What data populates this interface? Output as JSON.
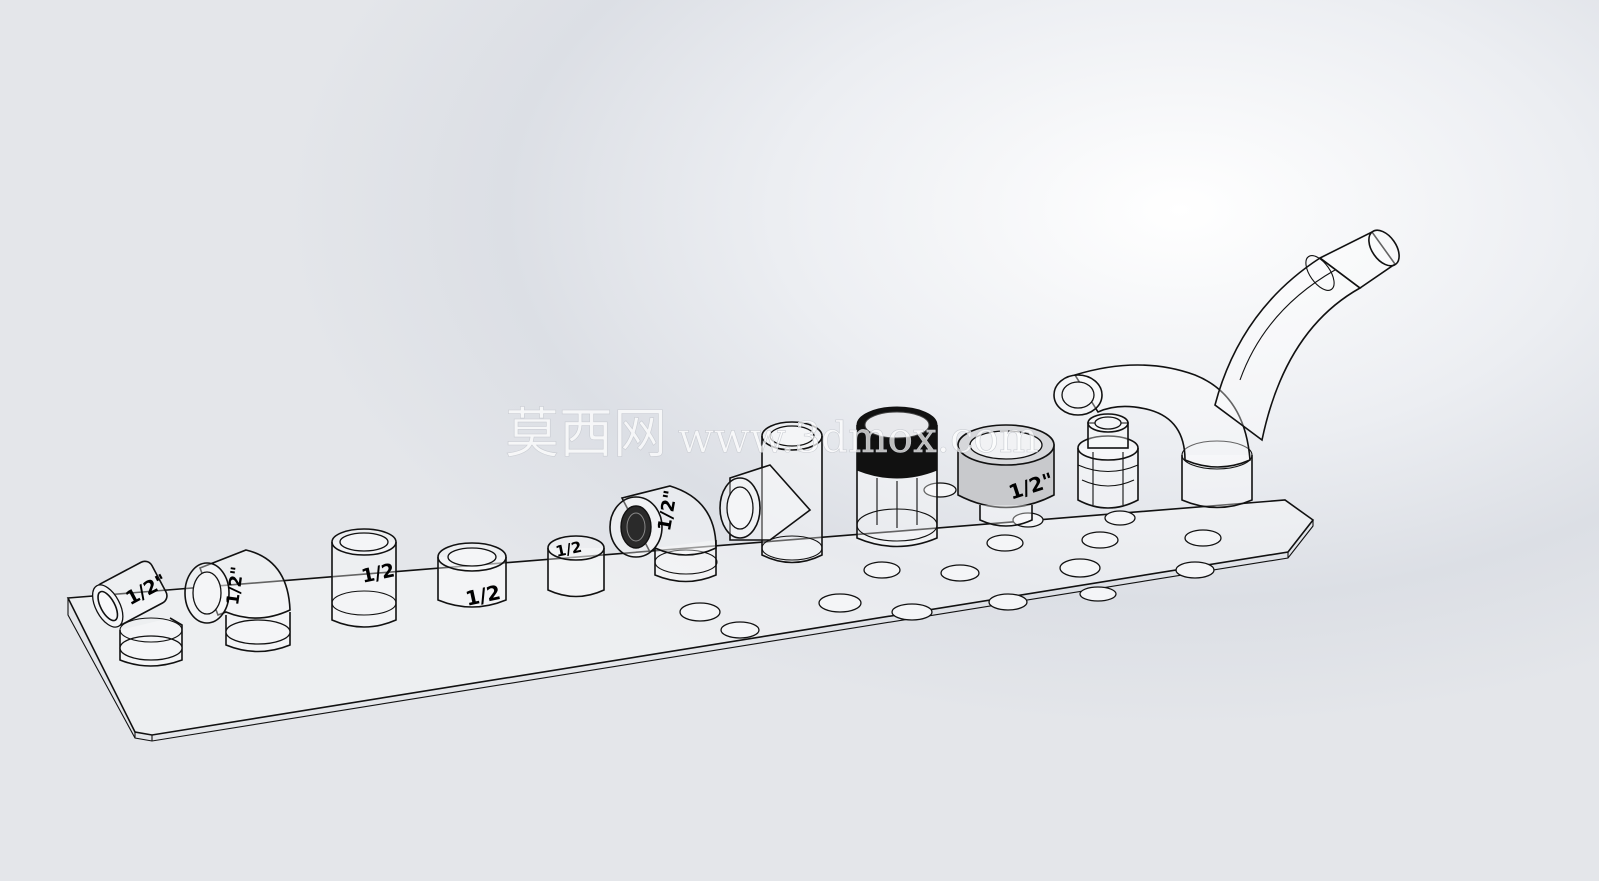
{
  "watermark": {
    "chinese": "莫西网",
    "latin": "www.3dmox.com"
  },
  "fitting_labels": {
    "elbow_45": "1/2\"",
    "elbow_90": "1/2\"",
    "coupling": "1/2",
    "cap": "1/2",
    "bushing": "1/2",
    "threaded_elbow": "1/2\"",
    "union_nut": "1/2\""
  },
  "colors": {
    "outline": "#111111",
    "background": "#e4e6ea",
    "dark_band": "#111111"
  }
}
